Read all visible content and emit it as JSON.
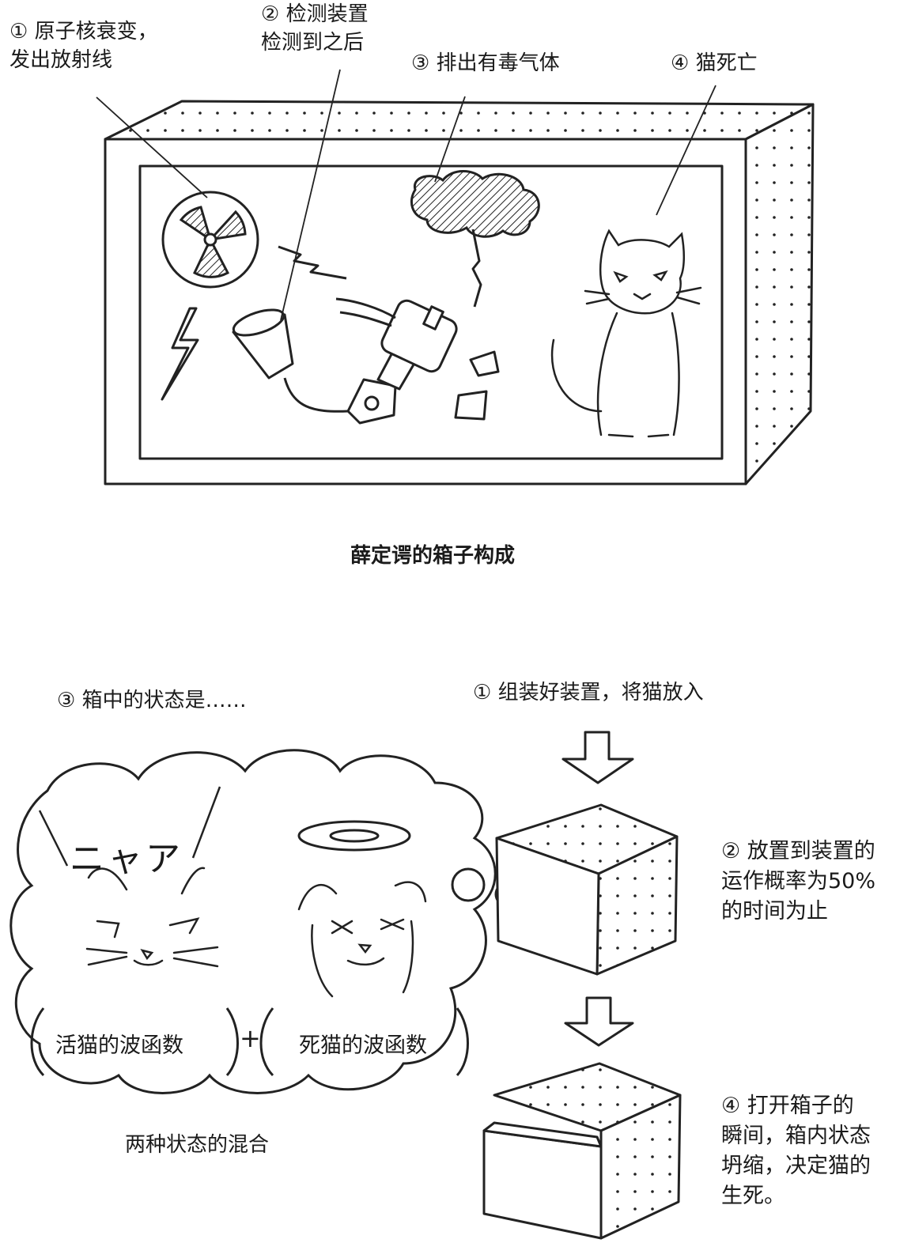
{
  "top": {
    "labels": [
      {
        "num": "①",
        "lines": [
          "原子核衰变，",
          "发出放射线"
        ]
      },
      {
        "num": "②",
        "lines": [
          "检测装置",
          "检测到之后"
        ]
      },
      {
        "num": "③",
        "lines": [
          "排出有毒气体"
        ]
      },
      {
        "num": "④",
        "lines": [
          "猫死亡"
        ]
      }
    ],
    "caption": "薛定谔的箱子构成"
  },
  "bottom": {
    "state_title": "③  箱中的状态是……",
    "meow": "ニャア",
    "alive_label": "活猫的波函数",
    "plus": "+",
    "dead_label": "死猫的波函数",
    "mixture_caption": "两种状态的混合",
    "step1": "①  组装好装置，将猫放入",
    "step2": [
      "②  放置到装置的",
      "运作概率为50%",
      "的时间为止"
    ],
    "step4": [
      "④  打开箱子的",
      "瞬间，箱内状态",
      "坍缩，决定猫的",
      "生死。"
    ]
  }
}
